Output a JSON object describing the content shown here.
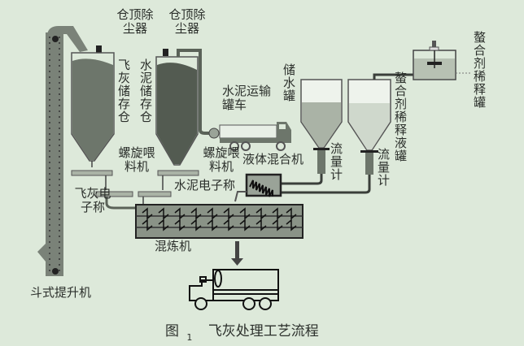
{
  "labels": {
    "dust_collector_1": "仓顶除尘器",
    "dust_collector_2": "仓顶除尘器",
    "fly_ash_silo": "飞灰储存仓",
    "cement_silo": "水泥储存仓",
    "cement_tanker": "水泥运输罐车",
    "water_tank": "储水罐",
    "chelating_dilute_tank": "螯合剂稀释液罐",
    "chelating_dilution_tank": "螯合剂稀释罐",
    "flowmeter_1": "流量计",
    "flowmeter_2": "流量计",
    "liquid_mixer": "液体混合机",
    "screw_feeder_1": "螺旋喂料机",
    "screw_feeder_2": "螺旋喂料机",
    "fly_ash_scale": "飞灰电子称",
    "cement_scale": "水泥电子称",
    "kneader": "混炼机",
    "bucket_elevator": "斗式提升机"
  },
  "caption": {
    "prefix": "图",
    "number": "1",
    "title": "飞灰处理工艺流程"
  },
  "colors": {
    "background": "#dde9da",
    "silo_fill": "#6d766b",
    "line": "#3a3f3a"
  }
}
